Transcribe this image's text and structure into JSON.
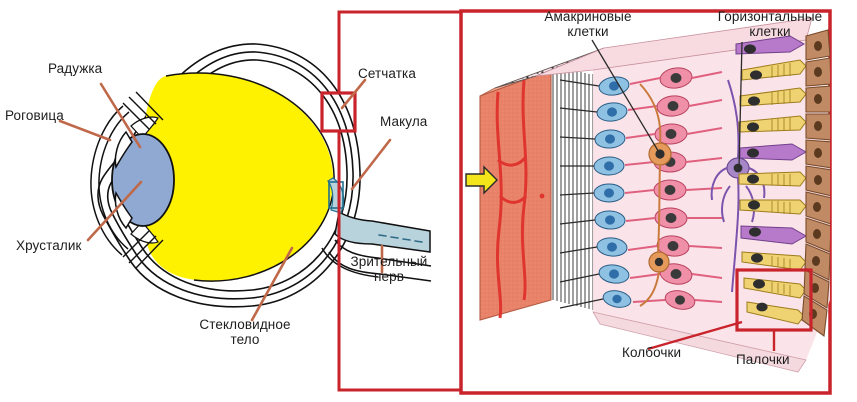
{
  "figure": {
    "title_visible": false,
    "language": "ru",
    "panels": [
      "eye-cross-section",
      "retina-layers-detail"
    ]
  },
  "colors": {
    "vitreous_yellow": "#fff200",
    "lens_blue": "#8fa9d2",
    "optic_nerve_blue": "#b9d3dd",
    "leader_brown": "#c0694a",
    "callout_red": "#c9232b",
    "outline_black": "#111111",
    "choroid_salmon": "#e8836a",
    "vessel_red": "#e0342f",
    "ganglion_blue": "#8fc1e3",
    "bipolar_pink": "#ef8fa8",
    "rod_yellow": "#efd271",
    "cone_purple": "#b779c9",
    "rpe_brown": "#c08a64",
    "inner_pink": "#fbe3e8",
    "arrow_yellow": "#f4e41a"
  },
  "eye_panel": {
    "labels": [
      {
        "id": "iris",
        "text": "Радужка",
        "lines": [
          "Радужка"
        ]
      },
      {
        "id": "cornea",
        "text": "Роговица",
        "lines": [
          "Роговица"
        ]
      },
      {
        "id": "lens",
        "text": "Хрусталик",
        "lines": [
          "Хрусталик"
        ]
      },
      {
        "id": "vitreous",
        "text": "Стекловидное тело",
        "lines": [
          "Стекловидное",
          "тело"
        ]
      },
      {
        "id": "retina",
        "text": "Сетчатка",
        "lines": [
          "Сетчатка"
        ]
      },
      {
        "id": "macula",
        "text": "Макула",
        "lines": [
          "Макула"
        ]
      },
      {
        "id": "optic-nerve",
        "text": "Зрительный нерв",
        "lines": [
          "Зрительный",
          "нерв"
        ]
      }
    ],
    "callout_box": {
      "label": "retina-zoom-region"
    }
  },
  "retina_panel": {
    "labels": [
      {
        "id": "amacrine",
        "text": "Амакриновые клетки",
        "lines": [
          "Амакриновые",
          "клетки"
        ]
      },
      {
        "id": "horizontal",
        "text": "Горизонтальные клетки",
        "lines": [
          "Горизонтальные",
          "клетки"
        ]
      },
      {
        "id": "cones",
        "text": "Колбочки",
        "lines": [
          "Колбочки"
        ]
      },
      {
        "id": "rods",
        "text": "Палочки",
        "lines": [
          "Палочки"
        ]
      }
    ],
    "light_arrow": {
      "id": "light-direction-arrow",
      "direction": "right"
    },
    "callout_box": {
      "label": "rods-zoom-region"
    }
  }
}
